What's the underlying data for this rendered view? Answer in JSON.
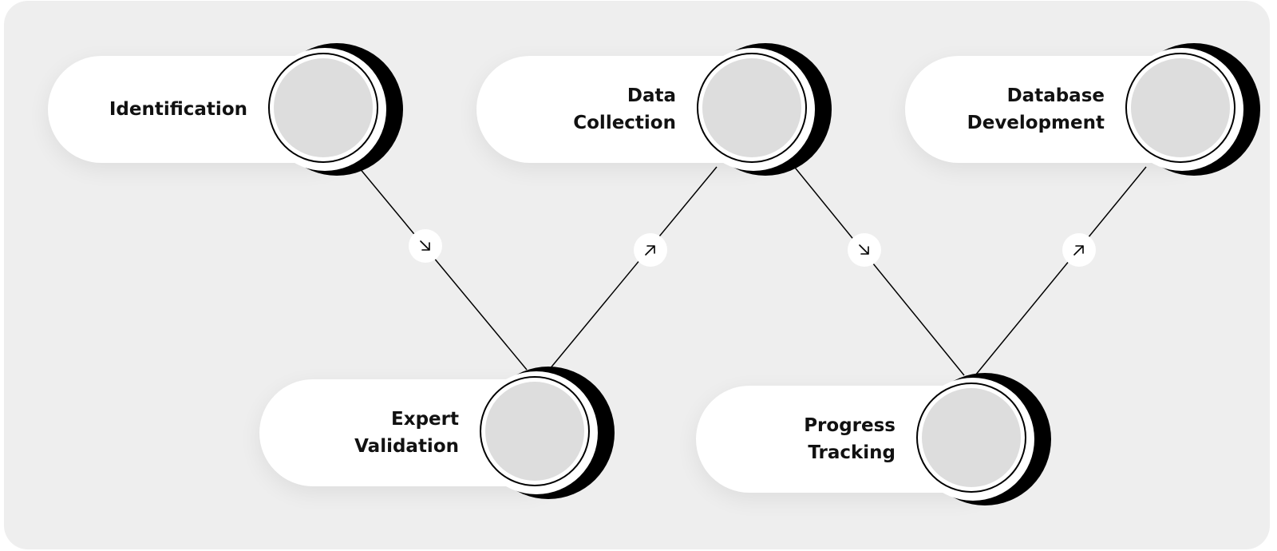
{
  "diagram": {
    "steps": [
      {
        "id": "identification",
        "label": "Identification"
      },
      {
        "id": "data-collection",
        "label": "Data\nCollection"
      },
      {
        "id": "database-development",
        "label": "Database\nDevelopment"
      },
      {
        "id": "expert-validation",
        "label": "Expert\nValidation"
      },
      {
        "id": "progress-tracking",
        "label": "Progress\nTracking"
      }
    ],
    "connections": [
      {
        "from": "identification",
        "to": "expert-validation",
        "icon": "arrow-down-right-icon"
      },
      {
        "from": "expert-validation",
        "to": "data-collection",
        "icon": "arrow-up-right-icon"
      },
      {
        "from": "data-collection",
        "to": "progress-tracking",
        "icon": "arrow-down-right-icon"
      },
      {
        "from": "progress-tracking",
        "to": "database-development",
        "icon": "arrow-up-right-icon"
      }
    ],
    "colors": {
      "background": "#eeeeee",
      "pill": "#ffffff",
      "ring": "#000000",
      "core": "#dddddd",
      "text": "#111111"
    }
  }
}
